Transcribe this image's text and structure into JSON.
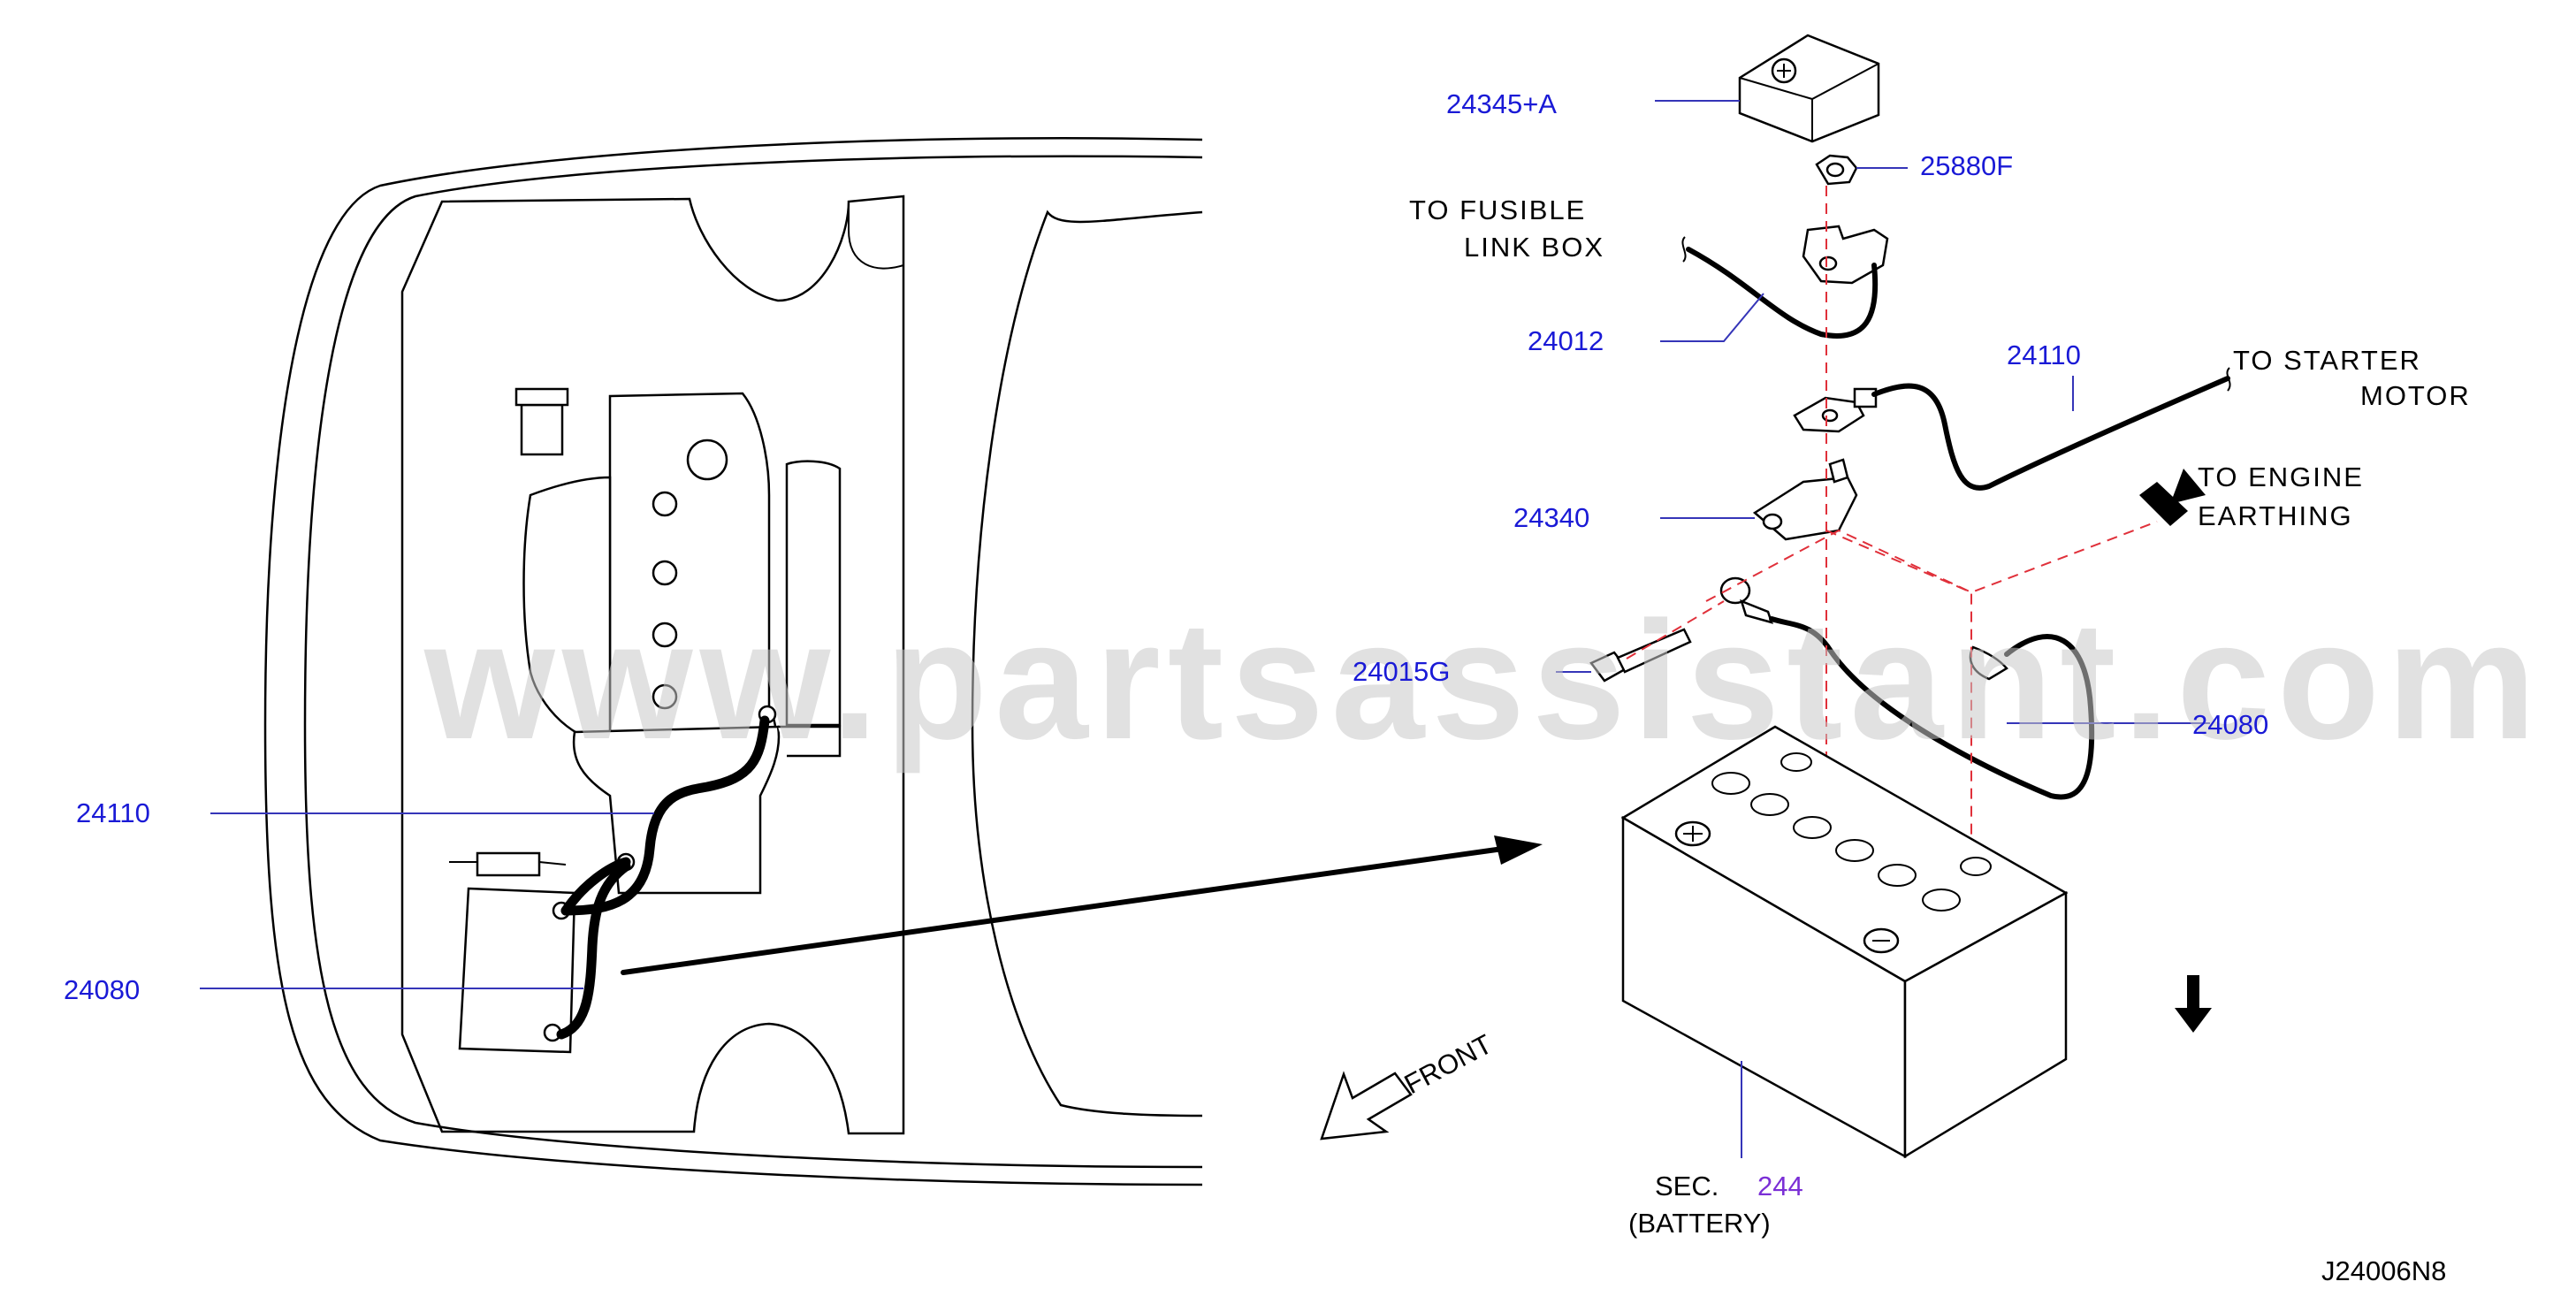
{
  "diagram": {
    "watermark": "www.partsassistant.com",
    "drawing_code": "J24006N8",
    "front_label": "FRONT",
    "callouts": {
      "p24345a": "24345+A",
      "p25880f": "25880F",
      "p24012": "24012",
      "p24110_right": "24110",
      "p24340": "24340",
      "p24015g": "24015G",
      "p24080_right": "24080",
      "p24110_left": "24110",
      "p24080_left": "24080"
    },
    "notes": {
      "fusible_line1": "TO  FUSIBLE",
      "fusible_line2": "LINK  BOX",
      "starter_line1": "TO  STARTER",
      "starter_line2": "MOTOR",
      "earthing_line1": "TO  ENGINE",
      "earthing_line2": "EARTHING"
    },
    "battery_ref": {
      "sec_prefix": "SEC.",
      "sec_number": "244",
      "caption": "(BATTERY)"
    }
  }
}
